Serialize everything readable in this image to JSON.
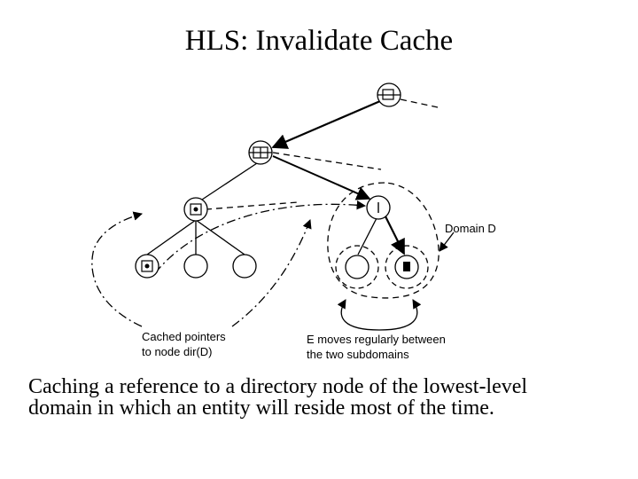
{
  "slide": {
    "title": "HLS: Invalidate Cache",
    "caption": "Caching a reference to a directory node of the lowest-level domain in which an entity will reside most of the time."
  },
  "diagram": {
    "labels": {
      "domain": "Domain D",
      "cached_pointers_line1": "Cached pointers",
      "cached_pointers_line2": "to node dir(D)",
      "e_moves_line1": "E moves regularly between",
      "e_moves_line2": "the two subdomains"
    }
  }
}
